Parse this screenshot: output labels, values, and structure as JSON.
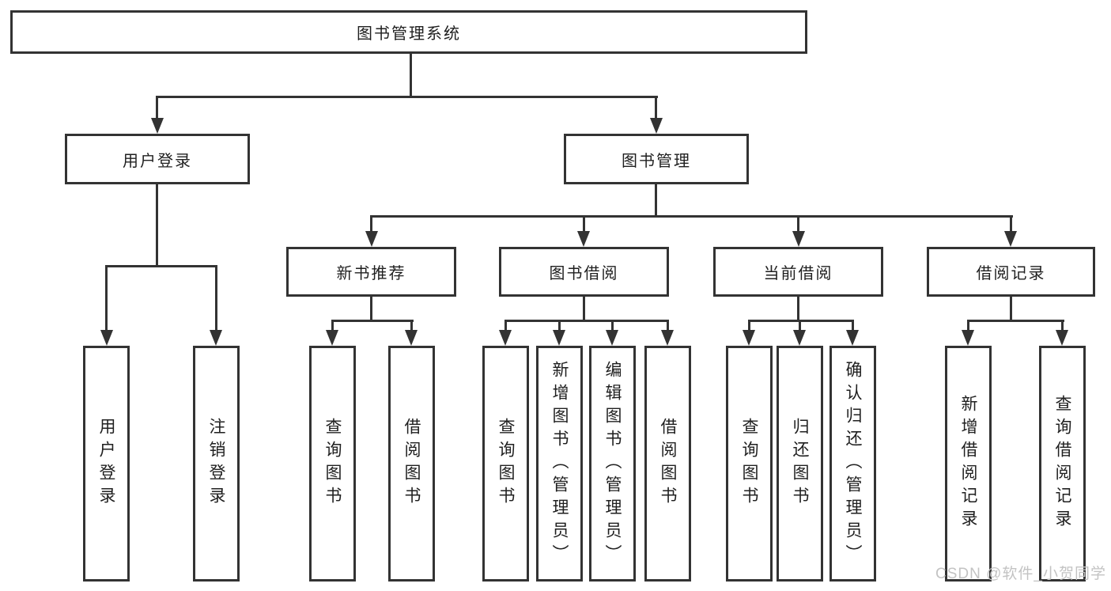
{
  "colors": {
    "line": "#333333",
    "box_border": "#333333",
    "text": "#1f1f1f",
    "watermark": "#c3c3c3",
    "background": "#ffffff"
  },
  "watermark": {
    "text": "CSDN @软件_小贺同学"
  },
  "tree": {
    "root": {
      "label": "图书管理系统"
    },
    "children": [
      {
        "label": "用户登录",
        "children": [
          {
            "label": "用户登录"
          },
          {
            "label": "注销登录"
          }
        ]
      },
      {
        "label": "图书管理",
        "children": [
          {
            "label": "新书推荐",
            "children": [
              {
                "label": "查询图书"
              },
              {
                "label": "借阅图书"
              }
            ]
          },
          {
            "label": "图书借阅",
            "children": [
              {
                "label": "查询图书"
              },
              {
                "label": "新增图书（管理员）"
              },
              {
                "label": "编辑图书（管理员）"
              },
              {
                "label": "借阅图书"
              }
            ]
          },
          {
            "label": "当前借阅",
            "children": [
              {
                "label": "查询图书"
              },
              {
                "label": "归还图书"
              },
              {
                "label": "确认归还（管理员）"
              }
            ]
          },
          {
            "label": "借阅记录",
            "children": [
              {
                "label": "新增借阅记录"
              },
              {
                "label": "查询借阅记录"
              }
            ]
          }
        ]
      }
    ]
  }
}
